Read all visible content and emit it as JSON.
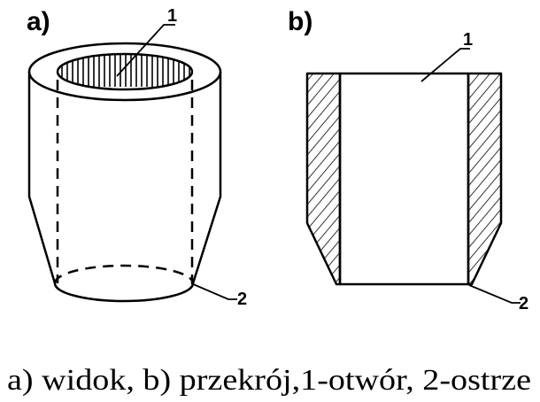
{
  "figure": {
    "panel_a_label": "a)",
    "panel_b_label": "b)",
    "callout_a_1": "1",
    "callout_a_2": "2",
    "callout_b_1": "1",
    "callout_b_2": "2",
    "caption": "a) widok, b) przekrój,1-otwór, 2-ostrze"
  }
}
